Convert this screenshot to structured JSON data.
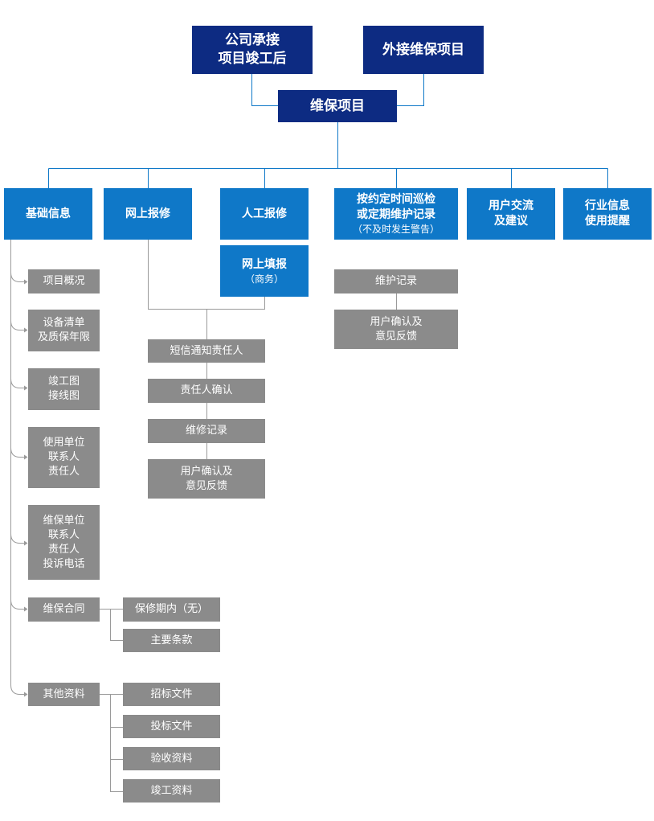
{
  "top": {
    "company_line1": "公司承接",
    "company_line2": "项目竣工后",
    "external": "外接维保项目",
    "maintenance": "维保项目"
  },
  "categories": {
    "basic_info": "基础信息",
    "online_repair": "网上报修",
    "manual_repair": "人工报修",
    "manual_repair_sub": "网上填报",
    "manual_repair_sub_note": "（商务）",
    "patrol_line1": "按约定时间巡检",
    "patrol_line2": "或定期维护记录",
    "patrol_note": "（不及时发生警告）",
    "feedback_line1": "用户交流",
    "feedback_line2": "及建议",
    "industry_line1": "行业信息",
    "industry_line2": "使用提醒"
  },
  "basic_items": {
    "overview": "项目概况",
    "equipment_line1": "设备清单",
    "equipment_line2": "及质保年限",
    "drawing_line1": "竣工图",
    "drawing_line2": "接线图",
    "user_unit_line1": "使用单位",
    "user_unit_line2": "联系人",
    "user_unit_line3": "责任人",
    "maint_unit_line1": "维保单位",
    "maint_unit_line2": "联系人",
    "maint_unit_line3": "责任人",
    "maint_unit_line4": "投诉电话",
    "contract": "维保合同",
    "other": "其他资料"
  },
  "contract_items": {
    "warranty": "保修期内（无）",
    "terms": "主要条款"
  },
  "other_items": {
    "bid_invite": "招标文件",
    "bid_submit": "投标文件",
    "acceptance": "验收资料",
    "completion": "竣工资料"
  },
  "repair_flow": {
    "sms": "短信通知责任人",
    "confirm": "责任人确认",
    "record": "维修记录",
    "user_confirm_line1": "用户确认及",
    "user_confirm_line2": "意见反馈"
  },
  "patrol_items": {
    "record": "维护记录",
    "user_confirm_line1": "用户确认及",
    "user_confirm_line2": "意见反馈"
  },
  "colors": {
    "navy": "#0d2b82",
    "blue": "#0f78c8",
    "gray": "#8b8b8b",
    "connector_blue": "#0f78c8",
    "connector_gray": "#9a9a9a"
  }
}
